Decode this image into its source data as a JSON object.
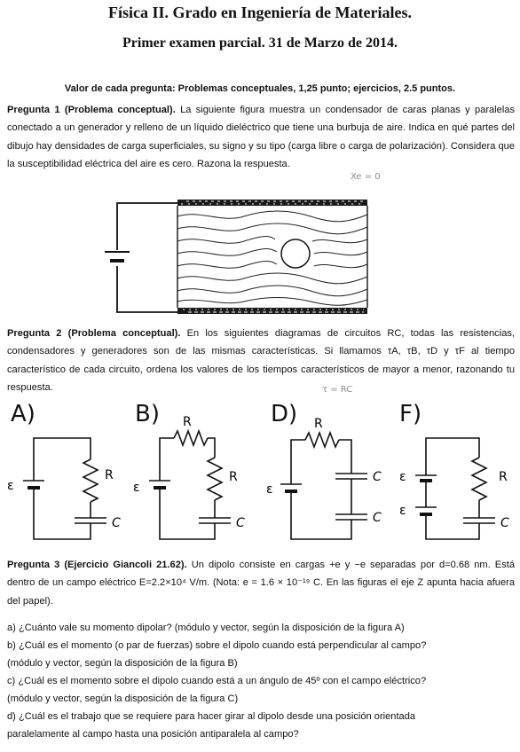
{
  "header": {
    "title": "Física II. Grado en Ingeniería de Materiales.",
    "subtitle": "Primer examen parcial. 31 de Marzo de 2014."
  },
  "valor": "Valor de cada pregunta: Problemas conceptuales, 1,25 punto; ejercicios, 2.5 puntos.",
  "q1": {
    "head": "Pregunta 1 (Problema conceptual).",
    "text": " La siguiente figura muestra un condensador de caras planas y paralelas conectado a un generador y relleno de un líquido dieléctrico que tiene una burbuja de aire. Indica en qué partes del dibujo hay densidades de carga superficiales, su signo y su tipo (carga libre o carga de polarización). Considera que la susceptibilidad eléctrica del aire es cero. Razona la respuesta.",
    "note": "Xe = 0"
  },
  "q2": {
    "head": "Pregunta 2 (Problema conceptual).",
    "text": " En los siguientes diagramas de circuitos RC, todas las resistencias, condensadores y generadores son de las mismas características. Si llamamos τA, τB, τD y τF al tiempo característico de cada circuito, ordena los valores de los tiempos característicos de mayor a menor, razonando tu respuesta.",
    "note": "τ = RC"
  },
  "circuits": {
    "labels": [
      "A)",
      "B)",
      "D)",
      "F)"
    ],
    "R": "R",
    "C": "C",
    "E": "ε"
  },
  "q3": {
    "head": "Pregunta 3 (Ejercicio Giancoli 21.62).",
    "text": " Un dipolo consiste en cargas +e y −e separadas por d=0.68 nm. Está dentro de un campo eléctrico E=2.2×10⁴ V/m. (Nota: e = 1.6 × 10⁻¹⁹ C. En las figuras el eje Z apunta hacia afuera del papel).",
    "a": "a) ¿Cuánto vale su momento dipolar? (módulo y vector, según la disposición de la figura A)",
    "b1": "b) ¿Cuál es el momento (o par de fuerzas) sobre el dipolo cuando está perpendicular al campo?",
    "b2": "(módulo y vector, según la disposición de la figura B)",
    "c1": "c) ¿Cuál es el momento sobre el dipolo cuando está a un ángulo de 45º con el campo eléctrico?",
    "c2": "(módulo y vector, según la disposición de la figura C)",
    "d1": "d) ¿Cuál es el trabajo que se requiere para hacer girar al dipolo desde una posición orientada",
    "d2": "paralelamente al campo hasta una posición antiparalela al campo?"
  }
}
